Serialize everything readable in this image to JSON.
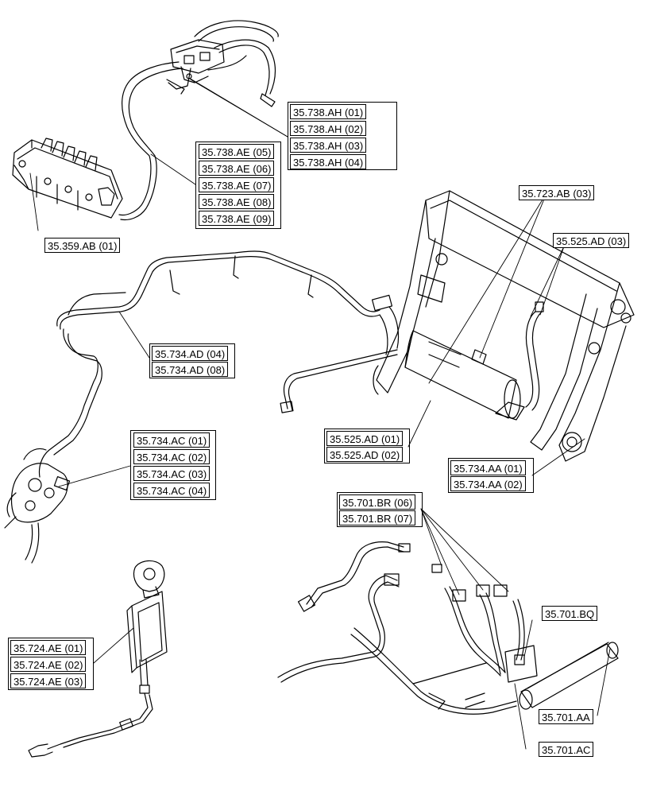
{
  "callouts": {
    "ah_01": "35.738.AH (01)",
    "ah_02": "35.738.AH (02)",
    "ah_03": "35.738.AH (03)",
    "ah_04": "35.738.AH (04)",
    "ae_05": "35.738.AE (05)",
    "ae_06": "35.738.AE (06)",
    "ae_07": "35.738.AE (07)",
    "ae_08": "35.738.AE (08)",
    "ae_09": "35.738.AE (09)",
    "ab_359": "35.359.AB (01)",
    "ab_723": "35.723.AB (03)",
    "ad_525_03": "35.525.AD (03)",
    "ad_734_04": "35.734.AD (04)",
    "ad_734_08": "35.734.AD (08)",
    "ac_734_01": "35.734.AC (01)",
    "ac_734_02": "35.734.AC (02)",
    "ac_734_03": "35.734.AC (03)",
    "ac_734_04": "35.734.AC (04)",
    "ad_525_01": "35.525.AD (01)",
    "ad_525_02": "35.525.AD (02)",
    "aa_734_01": "35.734.AA (01)",
    "aa_734_02": "35.734.AA (02)",
    "br_06": "35.701.BR (06)",
    "br_07": "35.701.BR (07)",
    "bq": "35.701.BQ",
    "ae_724_01": "35.724.AE (01)",
    "ae_724_02": "35.724.AE (02)",
    "ae_724_03": "35.724.AE (03)",
    "aa_701": "35.701.AA",
    "ac_701": "35.701.AC"
  },
  "colors": {
    "ink": "#000000",
    "paper": "#ffffff"
  }
}
